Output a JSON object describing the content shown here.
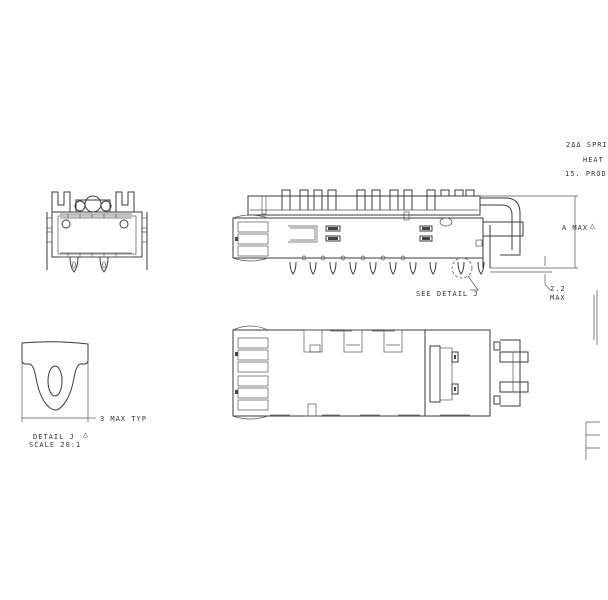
{
  "drawing": {
    "type": "engineering-drawing",
    "notes_fragment": {
      "line1": "2ΔΔ SPRI",
      "line2": "HEAT",
      "line3": "15. PROD"
    },
    "dimensions": {
      "height_label": "A MAX",
      "height_rev_symbol": "13",
      "standoff_value": "2.2",
      "standoff_suffix": "MAX",
      "detail_width": "3 MAX TYP"
    },
    "callouts": {
      "see_detail": "SEE DETAIL J"
    },
    "detail": {
      "title": "DETAIL J",
      "rev_symbol": "8",
      "scale": "SCALE 20:1"
    },
    "views": [
      {
        "name": "end-view"
      },
      {
        "name": "side-view"
      },
      {
        "name": "top-view"
      },
      {
        "name": "detail-j"
      }
    ],
    "colors": {
      "line": "#3a3a3a",
      "background": "#ffffff"
    }
  }
}
